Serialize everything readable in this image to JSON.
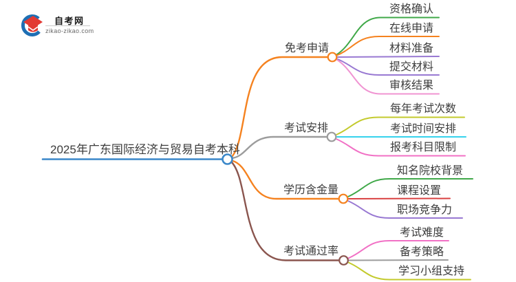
{
  "page": {
    "background": "#ffffff",
    "text_color": "#3d3d3d"
  },
  "logo": {
    "site_name": "自考网",
    "site_domain": "zikao-zikao.com",
    "cap_color": "#e23a33",
    "swoosh_color": "#1e6fb4"
  },
  "center": {
    "label": "2025年广东国际经济与贸易自考本科",
    "color": "#3a87c9"
  },
  "branches": [
    {
      "label": "免考申请",
      "color": "#f5821f",
      "children": [
        {
          "label": "资格确认",
          "color": "#3fa848"
        },
        {
          "label": "在线申请",
          "color": "#f5821f"
        },
        {
          "label": "材料准备",
          "color": "#9878d2"
        },
        {
          "label": "提交材料",
          "color": "#9878d2"
        },
        {
          "label": "审核结果",
          "color": "#f094d2"
        }
      ]
    },
    {
      "label": "考试安排",
      "color": "#9c9c9c",
      "children": [
        {
          "label": "每年考试次数",
          "color": "#c3ca2c"
        },
        {
          "label": "考试时间安排",
          "color": "#35d2ec"
        },
        {
          "label": "报考科目限制",
          "color": "#f170c5"
        }
      ]
    },
    {
      "label": "学历含金量",
      "color": "#f5821f",
      "children": [
        {
          "label": "知名院校背景",
          "color": "#3fa848"
        },
        {
          "label": "课程设置",
          "color": "#d94040"
        },
        {
          "label": "职场竞争力",
          "color": "#9878d2"
        }
      ]
    },
    {
      "label": "考试通过率",
      "color": "#8a554e",
      "children": [
        {
          "label": "考试难度",
          "color": "#f170c5"
        },
        {
          "label": "备考策略",
          "color": "#9c9c9c"
        },
        {
          "label": "学习小组支持",
          "color": "#c3ca2c"
        }
      ]
    }
  ]
}
